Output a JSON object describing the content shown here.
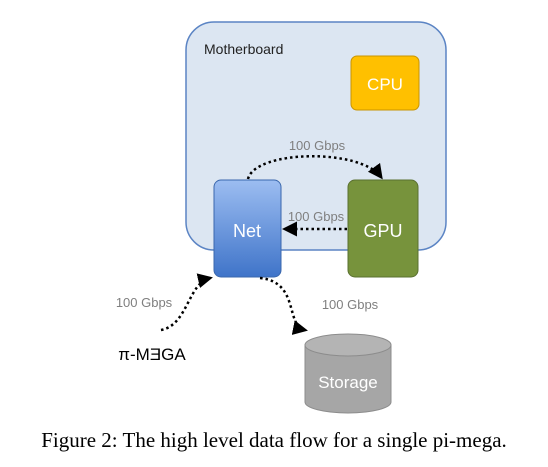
{
  "diagram": {
    "motherboard_label": "Motherboard",
    "cpu_label": "CPU",
    "gpu_label": "GPU",
    "net_label": "Net",
    "storage_label": "Storage",
    "source_label": "π-MƎGA",
    "links": {
      "net_to_gpu_bandwidth": "100 Gbps",
      "gpu_to_net_bandwidth": "100 Gbps",
      "source_to_net_bandwidth": "100 Gbps",
      "net_to_storage_bandwidth": "100 Gbps"
    },
    "colors": {
      "motherboard_fill": "#dce6f2",
      "motherboard_stroke": "#5b84c4",
      "cpu_fill": "#ffc000",
      "gpu_fill": "#77933c",
      "net_fill": "#4f81bd",
      "storage_fill": "#a6a6a6",
      "arrow": "#000000",
      "bandwidth_text": "#7f7f7f"
    }
  },
  "caption": "Figure 2: The high level data flow for a single pi-mega."
}
